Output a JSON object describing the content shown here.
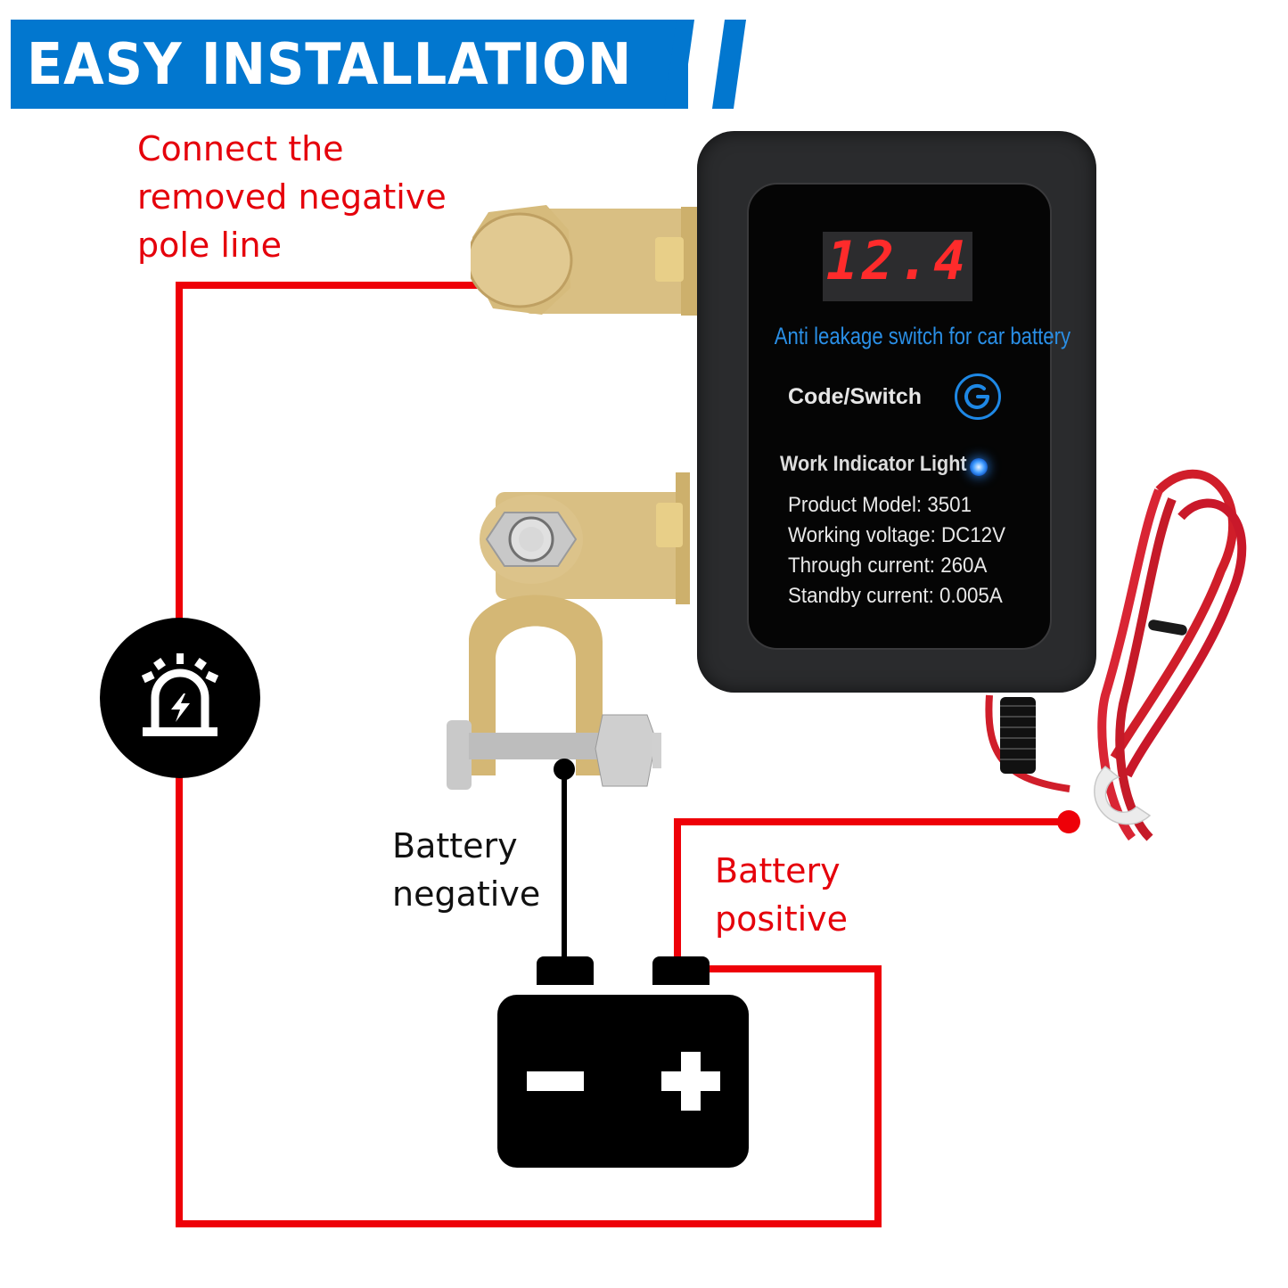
{
  "banner": {
    "title": "EASY INSTALLATION",
    "color": "#0277cf"
  },
  "labels": {
    "connect_negative": [
      "Connect the",
      "removed negative",
      "pole line"
    ],
    "battery_negative": [
      "Battery",
      "negative"
    ],
    "battery_positive": [
      "Battery",
      "positive"
    ]
  },
  "device": {
    "display_value": "12.4",
    "display_color": "#ff2b2b",
    "title": "Anti leakage switch for car battery",
    "button_label": "Code/Switch",
    "button_icon": "power-icon",
    "indicator_label": "Work Indicator Light",
    "indicator_color": "#2d8cff",
    "specs": [
      {
        "label": "Product  Model:",
        "value": "3501"
      },
      {
        "label": "Working voltage:",
        "value": "DC12V"
      },
      {
        "label": "Through current:",
        "value": "260A"
      },
      {
        "label": "Standby current:",
        "value": "0.005A"
      }
    ]
  },
  "icons": {
    "alarm": "siren-icon",
    "battery": "battery-icon",
    "battery_minus": "minus-icon",
    "battery_plus": "plus-icon"
  },
  "colors": {
    "wire_red": "#ee0008",
    "wire_black": "#000000",
    "label_red": "#e5000b"
  }
}
